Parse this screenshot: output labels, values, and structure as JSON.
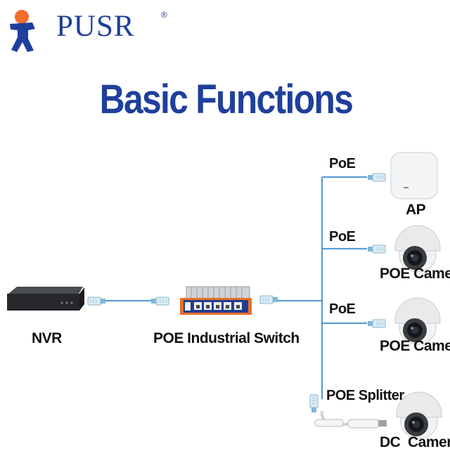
{
  "brand": {
    "name": "PUSR",
    "registered_mark": "®",
    "logo_icon": "person-figure-icon",
    "colors": {
      "text": "#1d3f99",
      "figure_body": "#1f3f9c",
      "figure_head": "#f26d2a"
    }
  },
  "title": "Basic Functions",
  "nodes": {
    "nvr": "NVR",
    "switch": "POE Industrial Switch",
    "ap": "AP",
    "poe_camera_1": "POE Camera",
    "poe_camera_2": "POE Camera",
    "dc_camera": "DC  Camera"
  },
  "links": {
    "ap": "PoE",
    "camera_1": "PoE",
    "camera_2": "PoE",
    "splitter": "POE Splitter"
  },
  "colors": {
    "title": "#1f3f9c",
    "cable": "#5b9bd5",
    "labels": "#111111"
  }
}
